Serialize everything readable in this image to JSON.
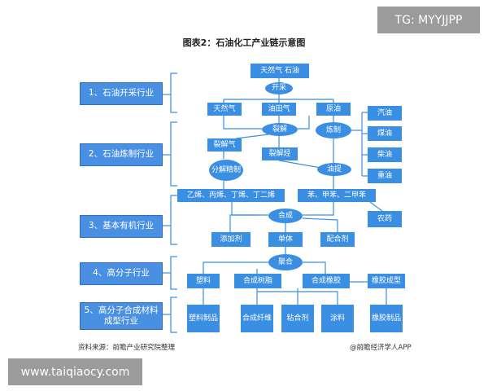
{
  "badge_top": "TG: MYYJJPP",
  "title": "图表2：石油化工产业链示意图",
  "categories": [
    "1、石油开采行业",
    "2、石油炼制行业",
    "3、基本有机行业",
    "4、高分子行业",
    "5、高分子合成材料成型行业"
  ],
  "nodes": {
    "source": "天然气 石油",
    "mining": "开采",
    "natural_gas": "天然气",
    "oilfield_gas": "油田气",
    "crude_oil": "原油",
    "cracking": "裂解",
    "refining": "炼制",
    "gasoline": "汽油",
    "kerosene": "煤油",
    "diesel": "柴油",
    "heavy_oil": "重油",
    "cracked_gas": "裂解气",
    "cracked_hydrocarbon": "裂解烃",
    "separation": "分解精制",
    "extraction": "油提",
    "olefins": "乙烯、丙烯、丁烯、丁二烯",
    "aromatics": "苯、甲苯、二甲苯",
    "synthesis": "合成",
    "pesticide": "农药",
    "additive": "添加剂",
    "monomer": "单体",
    "compound": "配合剂",
    "polymerization": "聚合",
    "plastic": "塑料",
    "synthetic_resin": "合成树脂",
    "synthetic_rubber": "合成橡胶",
    "rubber_forming": "橡胶成型",
    "plastic_products": "塑料制品",
    "synthetic_fiber": "合成纤维",
    "adhesive": "粘合剂",
    "coating": "涂料",
    "rubber_products": "橡胶制品"
  },
  "footer": {
    "source": "资料来源：前瞻产业研究院整理",
    "brand": "@前瞻经济学人APP"
  },
  "badge_bottom": "www.taiqiaocy.com"
}
